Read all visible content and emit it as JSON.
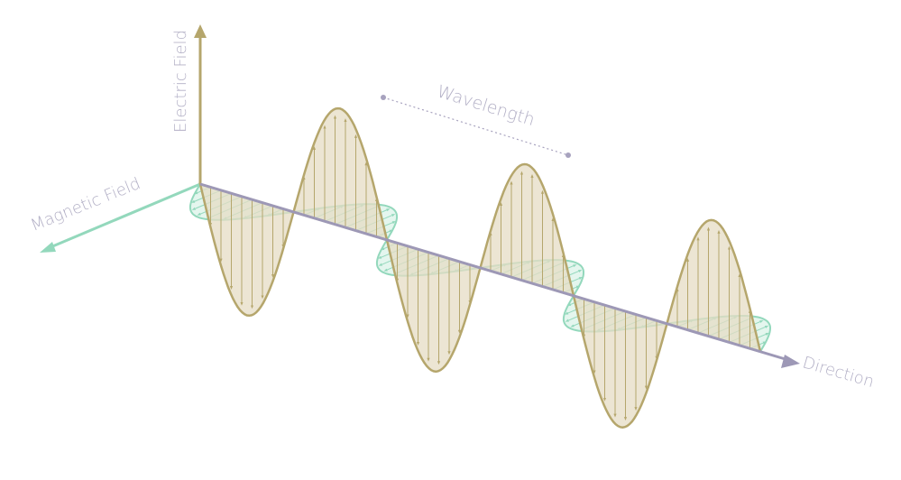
{
  "labels": {
    "electric_field": "Electric Field",
    "magnetic_field": "Magnetic Field",
    "direction": "Direction",
    "wavelength": "Wavelength"
  },
  "colors": {
    "electric": "#b5a66c",
    "electric_fill": "#e6dcc4",
    "magnetic": "#93d8bc",
    "magnetic_fill": "#cdeee0",
    "direction": "#9d98b6",
    "label": "#b3b0c6"
  }
}
